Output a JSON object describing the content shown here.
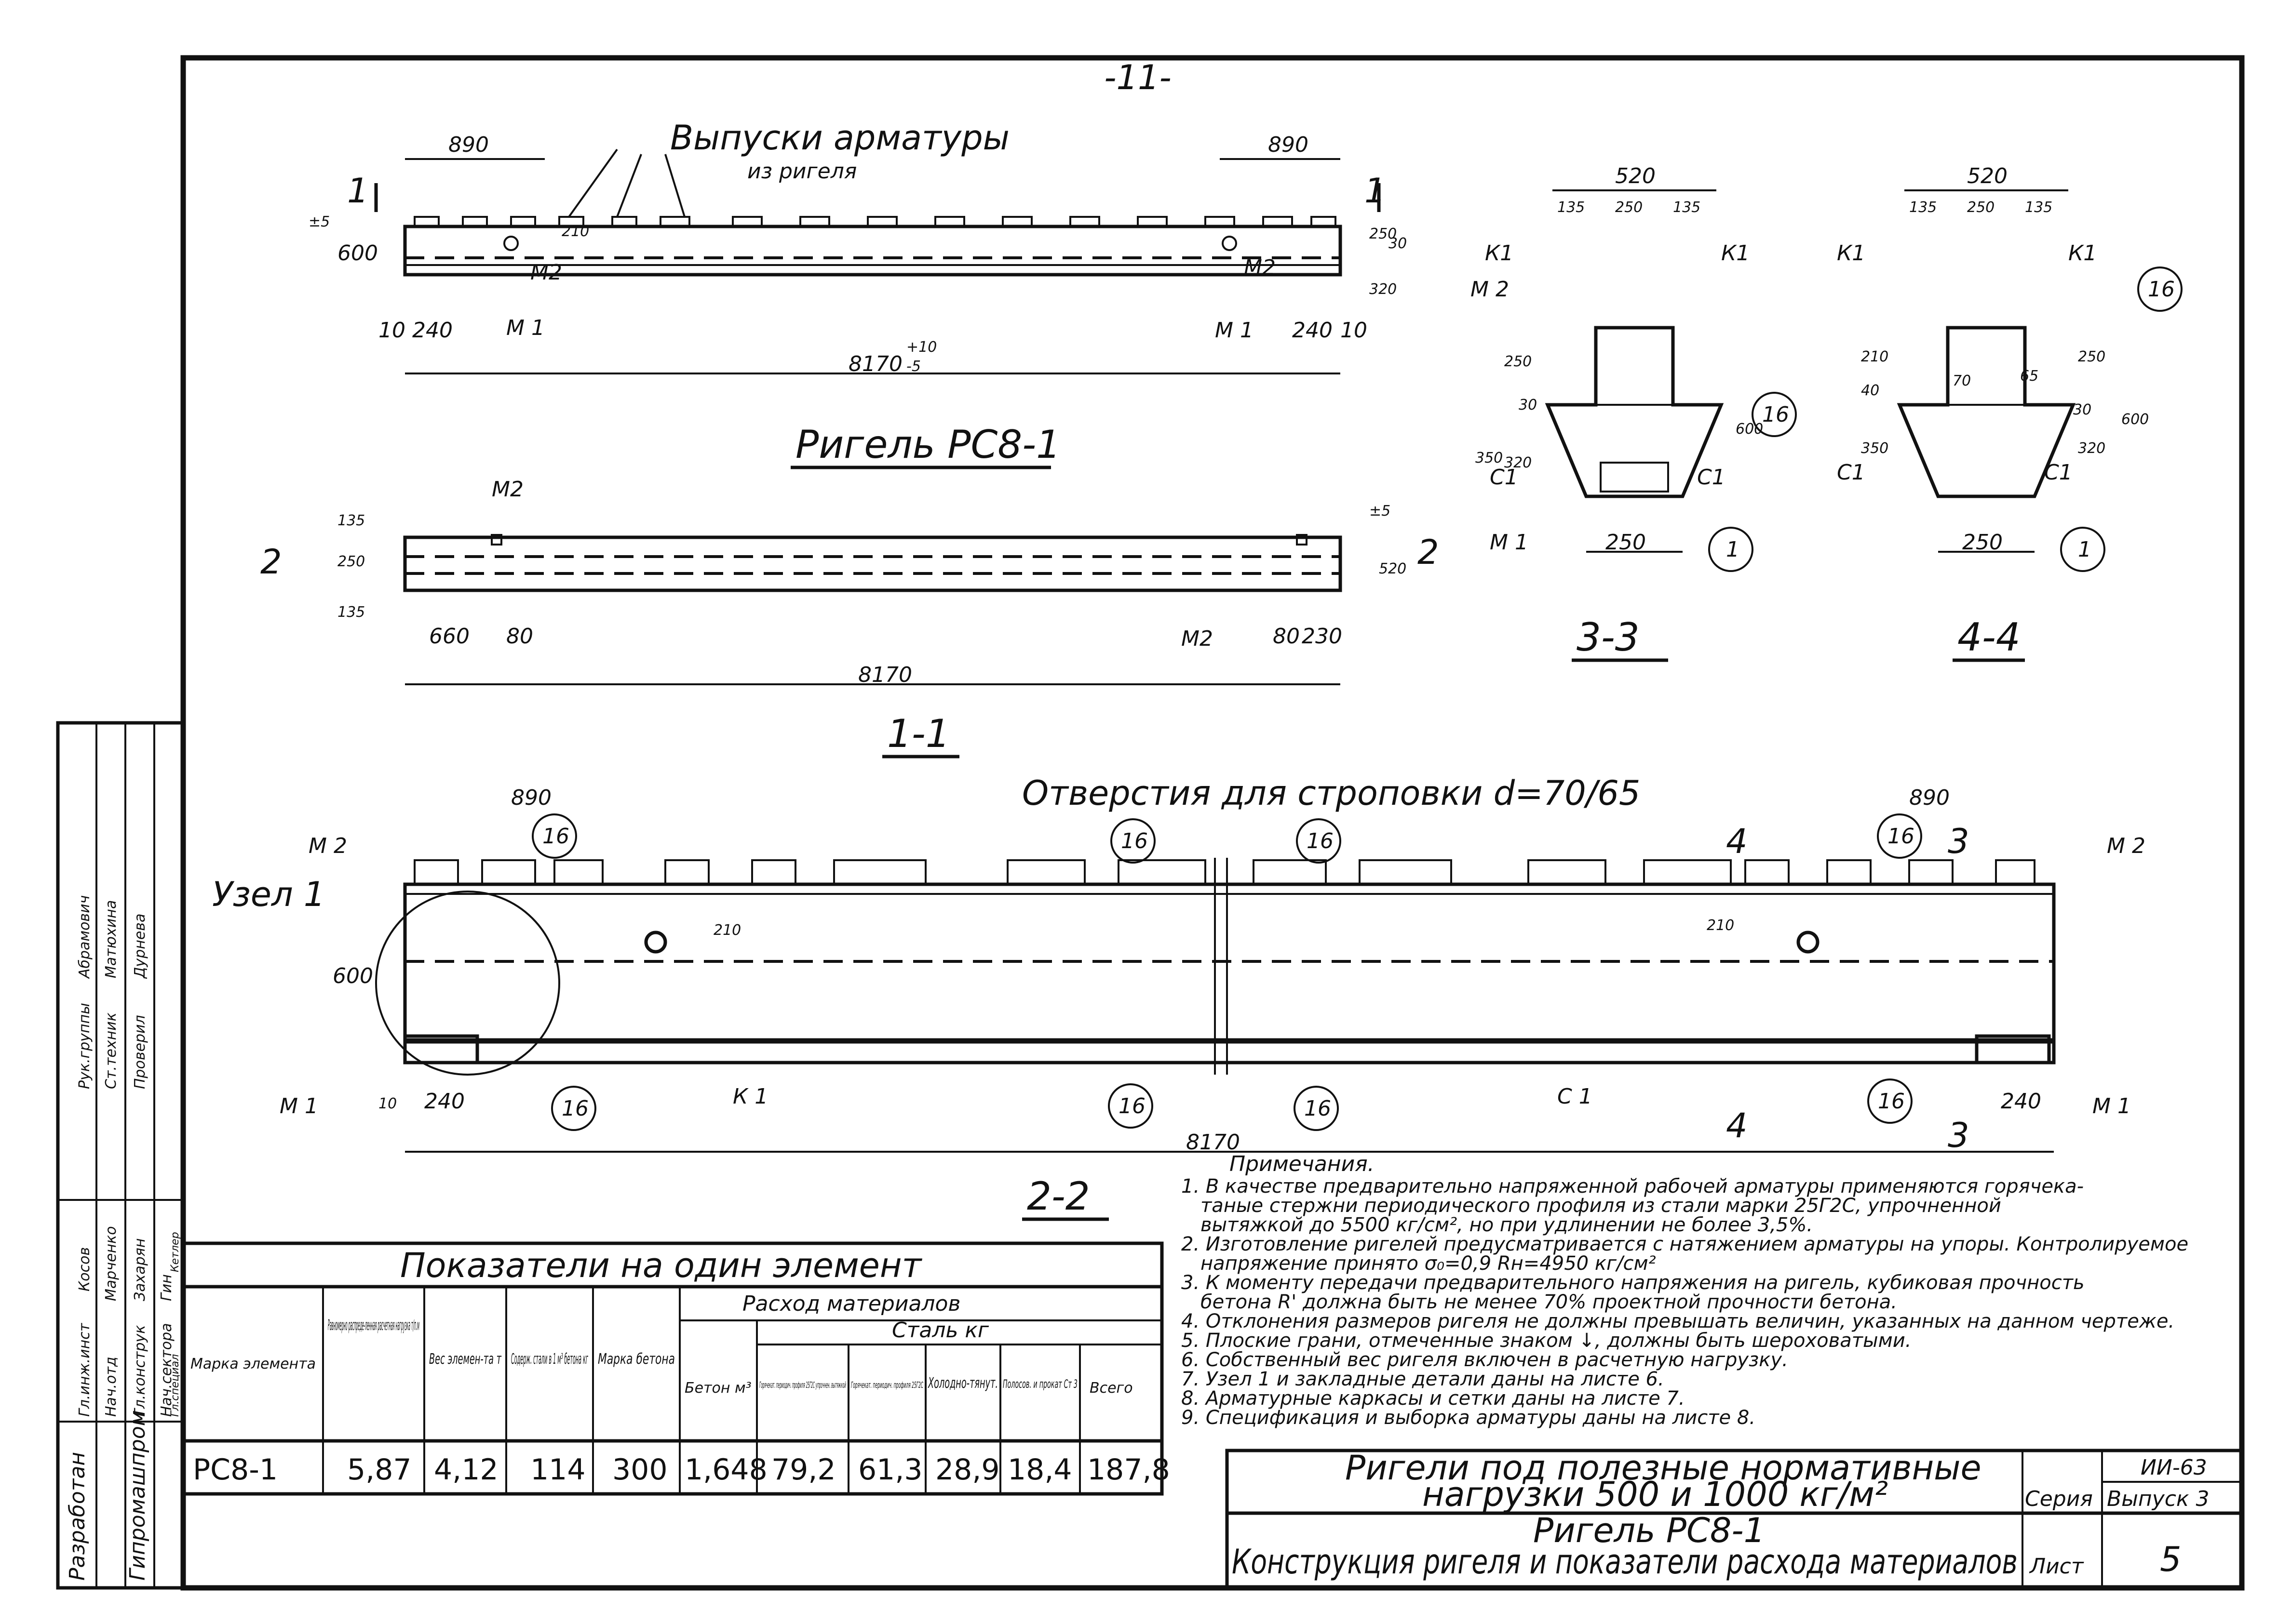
{
  "page_number": "-11-",
  "titles": {
    "main": "Ригель РС8-1",
    "section_1_1": "1-1",
    "section_2_2": "2-2",
    "section_3_3": "3-3",
    "section_4_4": "4-4"
  },
  "elevation": {
    "callout_rebar": "Выпуски арматуры",
    "callout_rebar_2": "из ригеля",
    "dim_left_890": "890",
    "dim_right_890": "890",
    "dim_total": "8170",
    "tol_plus": "+10",
    "tol_minus": "-5",
    "dim_600": "600",
    "dim_10": "10",
    "dim_240": "240",
    "dim_210": "210",
    "dim_250": "250",
    "dim_320": "320",
    "dim_30": "30",
    "dim_pm5": "±5",
    "m1": "М 1",
    "m2": "М2",
    "cut": "1"
  },
  "plan": {
    "m2": "М2",
    "dim_135": "135",
    "dim_250": "250",
    "dim_520": "520",
    "dim_660": "660",
    "dim_80": "80",
    "dim_230": "230",
    "dim_total": "8170",
    "dim_pm5": "±5",
    "cut": "2"
  },
  "section_2_2": {
    "holes": "Отверстия для строповки d=70/65",
    "node": "Узел 1",
    "m1": "М 1",
    "m2": "М 2",
    "k1": "К 1",
    "c1": "С 1",
    "mark_16": "16",
    "dim_890": "890",
    "dim_600": "600",
    "dim_210": "210",
    "dim_240": "240",
    "dim_10": "10",
    "dim_8170": "8170",
    "cut_3": "3",
    "cut_4": "4"
  },
  "cross_sections": {
    "dim_520": "520",
    "dim_135": "135",
    "dim_250": "250",
    "dim_210": "210",
    "dim_40": "40",
    "dim_350": "350",
    "dim_320": "320",
    "dim_600": "600",
    "dim_30": "30",
    "dim_70": "70",
    "dim_65": "65",
    "k1": "К1",
    "c1": "С1",
    "m1": "М 1",
    "m2": "М 2",
    "mark_1": "1",
    "mark_16": "16"
  },
  "notes": {
    "heading": "Примечания.",
    "lines": [
      "1. В качестве предварительно напряженной рабочей арматуры применяются горячека-",
      "таные стержни периодического профиля из стали марки 25Г2С, упрочненной",
      "вытяжкой до 5500 кг/см², но при удлинении не более 3,5%.",
      "2. Изготовление ригелей предусматривается с натяжением арматуры на упоры. Контролируемое",
      "напряжение принято σ₀=0,9 Rн=4950 кг/см²",
      "3. К моменту передачи предварительного напряжения на ригель, кубиковая прочность",
      "бетона R' должна быть не менее 70% проектной прочности бетона.",
      "4. Отклонения размеров ригеля не должны превышать величин, указанных на данном чертеже.",
      "5. Плоские грани, отмеченные знаком ↓, должны быть шероховатыми.",
      "6. Собственный вес ригеля включен в расчетную нагрузку.",
      "7. Узел 1 и закладные детали даны на листе 6.",
      "8. Арматурные каркасы и сетки даны на листе 7.",
      "9. Спецификация и выборка арматуры даны на листе 8."
    ]
  },
  "table": {
    "title": "Показатели на один элемент",
    "h_mark": "Марка элемента",
    "h_load": "Равномерно распреде-ленная расчетная нагрузка т/п.м",
    "h_weight": "Вес элемен-та т",
    "h_steel_per_m3": "Содерж. стали в 1 м³ бетона кг",
    "h_concrete_grade": "Марка бетона",
    "h_materials": "Расход материалов",
    "h_concrete": "Бетон м³",
    "h_steel": "Сталь кг",
    "h_s1": "Горячекат. периодич. профиля 25Г2С упрочнен. вытяжкой",
    "h_s2": "Горячекат. периодич. профиля 25Г2С",
    "h_s3": "Холодно-тянут.",
    "h_s4": "Полосов. и прокат Ст 3",
    "h_s5": "Всего",
    "row": [
      "РС8-1",
      "5,87",
      "4,12",
      "114",
      "300",
      "1,648",
      "79,2",
      "61,3",
      "28,9",
      "18,4",
      "187,8"
    ]
  },
  "stamp": {
    "title_line1": "Ригели под полезные нормативные",
    "title_line2": "нагрузки 500 и 1000 кг/м²",
    "seria_label": "Серия",
    "seria_value": "ИИ-63",
    "vypusk": "Выпуск 3",
    "sheet_title1": "Ригель РС8-1",
    "sheet_title2": "Конструкция ригеля и показатели расхода материалов",
    "list_label": "Лист",
    "list_value": "5"
  },
  "side_block": {
    "org": "Разработан",
    "org2": "Гипромашпром",
    "rows": [
      [
        "Гл.инж.инст",
        "Косов"
      ],
      [
        "Нач.отд",
        "Марченко"
      ],
      [
        "Гл.конструк",
        "Захарян"
      ],
      [
        "Нач.сектора",
        "Гин"
      ],
      [
        "Гл.специал",
        "Кетлер"
      ],
      [
        "Рук.группы",
        "Абрамович"
      ],
      [
        "Ст.техник",
        "Матюхина"
      ],
      [
        "Проверил",
        "Дурнева"
      ]
    ]
  }
}
